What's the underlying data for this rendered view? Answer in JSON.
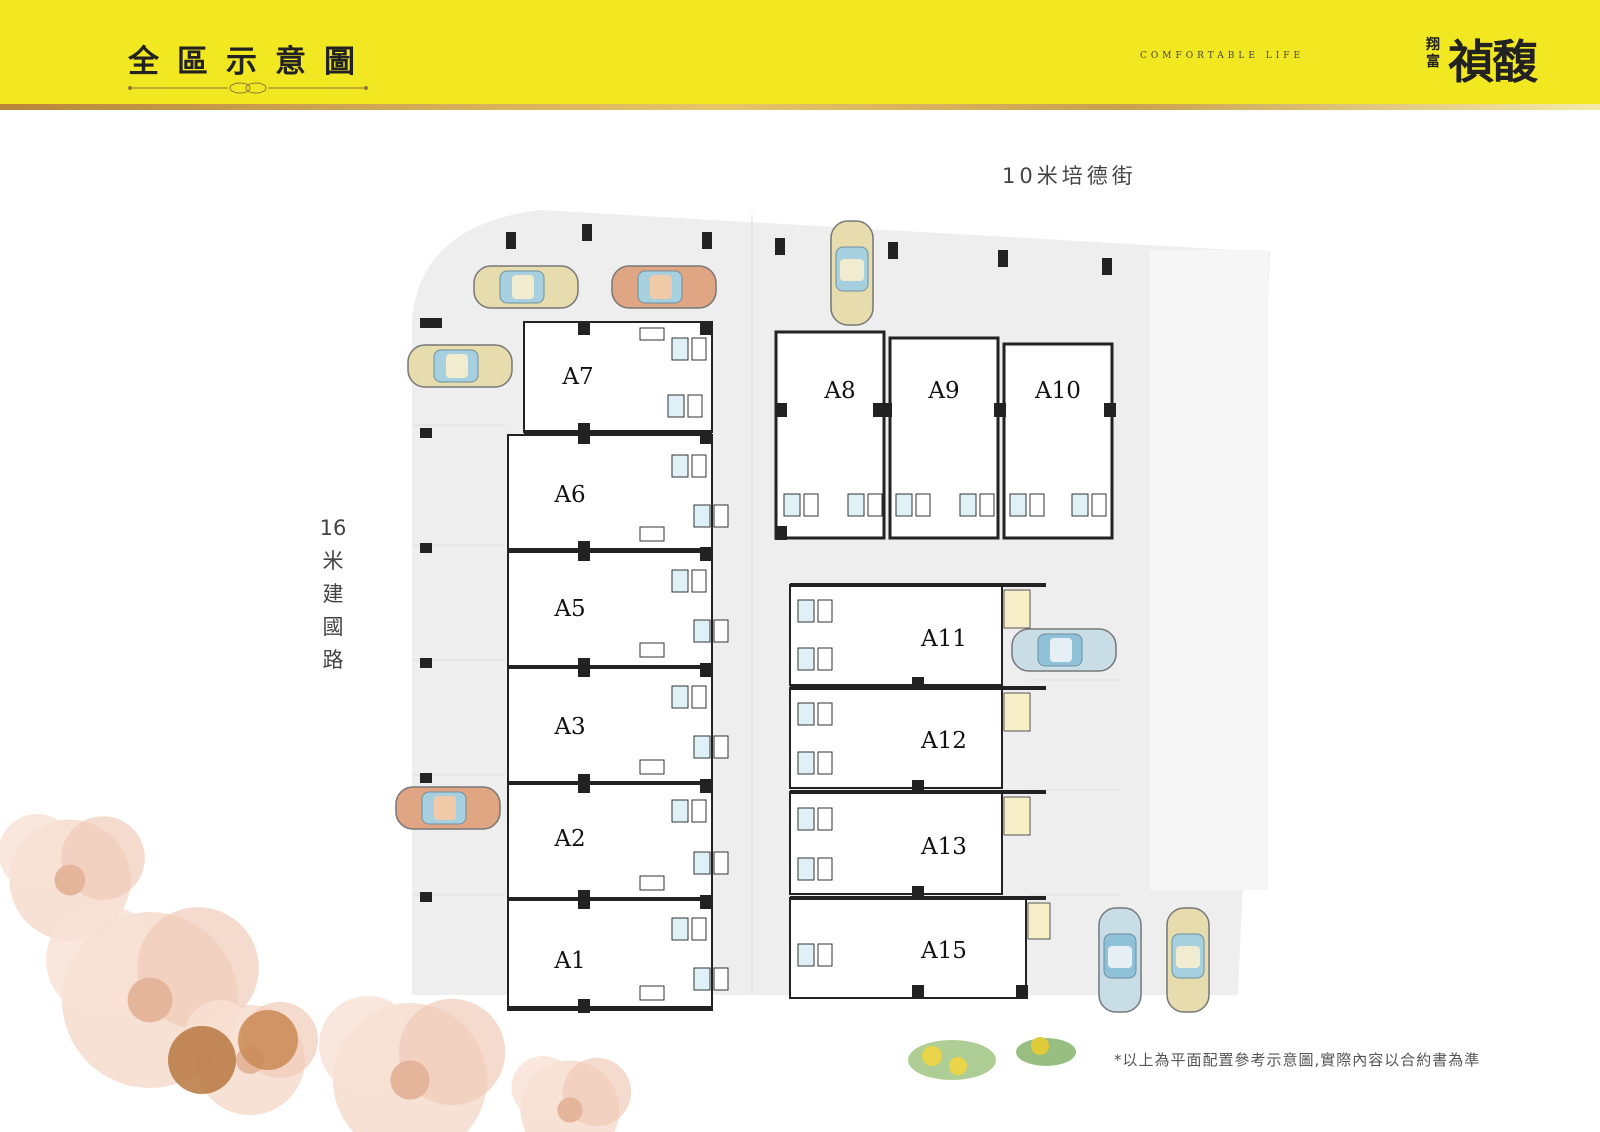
{
  "header": {
    "title": "全區示意圖",
    "tagline": "COMFORTABLE LIFE",
    "brand_small": "翔富",
    "brand_big": "禎馥",
    "accent_color": "#f2e822"
  },
  "streets": {
    "top": "10米培德街",
    "left": "16米建國路"
  },
  "units": [
    "A1",
    "A2",
    "A3",
    "A5",
    "A6",
    "A7",
    "A8",
    "A9",
    "A10",
    "A11",
    "A12",
    "A13",
    "A15"
  ],
  "disclaimer": "*以上為平面配置參考示意圖,實際內容以合約書為準",
  "icons": [
    "car-icon",
    "flower-decoration",
    "shrub-decoration",
    "title-ornament"
  ]
}
